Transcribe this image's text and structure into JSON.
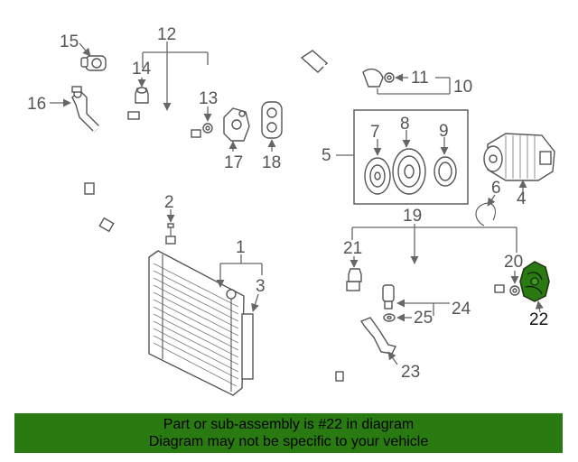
{
  "diagram": {
    "callouts": [
      "1",
      "2",
      "3",
      "4",
      "5",
      "6",
      "7",
      "8",
      "9",
      "10",
      "11",
      "12",
      "13",
      "14",
      "15",
      "16",
      "17",
      "18",
      "19",
      "20",
      "21",
      "22",
      "23",
      "24",
      "25"
    ],
    "highlighted_part": "22",
    "highlight_color": "#2a7a12"
  },
  "banner": {
    "line1": "Part or sub-assembly is #22 in diagram",
    "line2": "Diagram may not be specific to your vehicle",
    "background": "#2a7a12"
  }
}
